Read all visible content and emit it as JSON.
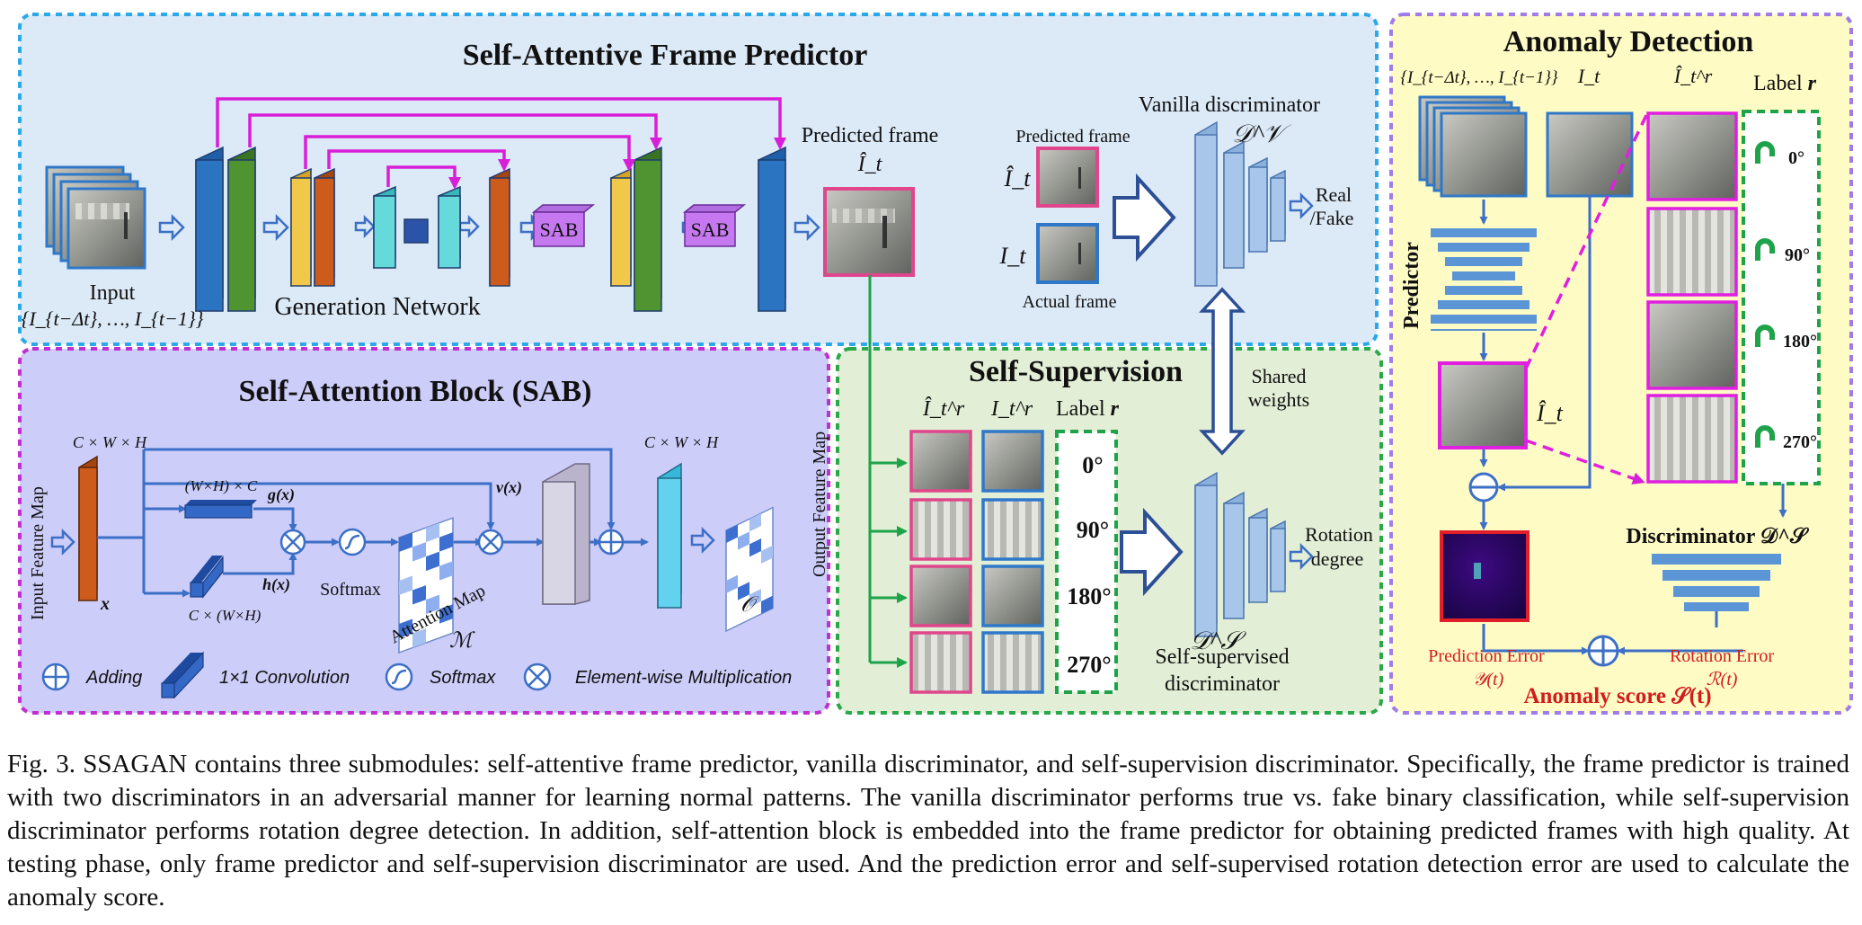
{
  "figure": {
    "titles": {
      "predictor": "Self-Attentive Frame Predictor",
      "anomaly": "Anomaly Detection",
      "sab": "Self-Attention Block (SAB)",
      "supervision": "Self-Supervision"
    },
    "predictor": {
      "input_label": "Input",
      "input_set": "{I_{t−Δt}, …, I_{t−1}}",
      "generation_network": "Generation Network",
      "sab_label": "SAB",
      "predicted_frame": "Predicted frame",
      "predicted_symbol": "Î_t"
    },
    "vanilla": {
      "title": "Vanilla discriminator",
      "symbol": "𝒟^𝒱",
      "predicted_frame": "Predicted frame",
      "predicted_symbol": "Î_t",
      "actual_symbol": "I_t",
      "actual_frame": "Actual frame",
      "output": [
        "Real",
        "/Fake"
      ]
    },
    "shared_weights": [
      "Shared",
      "weights"
    ],
    "supervision": {
      "col_pred": "Î_t^r",
      "col_actual": "I_t^r",
      "label_text": "Label",
      "label_symbol": "r",
      "angles": [
        "0°",
        "90°",
        "180°",
        "270°"
      ],
      "output": [
        "Rotation",
        "degree"
      ],
      "disc_symbol": "𝒟^𝒮",
      "disc_label": [
        "Self-supervised",
        "discriminator"
      ]
    },
    "sab": {
      "input_map": "Input Feature Map",
      "output_map": "Output Feature Map",
      "dims_in": "C × W × H",
      "dims_out": "C × W × H",
      "dims_g": "(W×H) × C",
      "dims_h": "C × (W×H)",
      "g": "g(x)",
      "h": "h(x)",
      "v": "v(x)",
      "x": "x",
      "softmax": "Softmax",
      "attention_map": "Attention Map",
      "attention_symbol": "ℳ",
      "output_symbol": "𝒪",
      "legend": [
        "Adding",
        "1×1 Convolution",
        "Softmax",
        "Element-wise Multiplication"
      ]
    },
    "anomaly": {
      "col_input": "{I_{t−Δt}, …, I_{t−1}}",
      "col_actual": "I_t",
      "col_rot": "Î_t^r",
      "label_text": "Label",
      "label_symbol": "r",
      "angles": [
        "0°",
        "90°",
        "180°",
        "270°"
      ],
      "predictor": "Predictor",
      "pred_symbol": "Î_t",
      "discriminator": "Discriminator 𝒟^𝒮",
      "prediction_error": "Prediction Error",
      "prediction_error_symbol": "𝒴(t)",
      "rotation_error": "Rotation Error",
      "rotation_error_symbol": "ℛ(t)",
      "score": "Anomaly score 𝒮(t)"
    },
    "colors": {
      "blue_panel": "#dce9f7",
      "purple_panel": "#cdcdfa",
      "green_panel": "#e2eed6",
      "yellow_panel": "#fffbc4",
      "magenta": "#e01fe0",
      "green": "#1fa34a",
      "arrow_blue": "#3c6fc6"
    }
  },
  "caption": "Fig. 3.   SSAGAN contains three submodules: self-attentive frame predictor, vanilla discriminator, and self-supervision discriminator. Specifically, the frame predictor is trained with two discriminators in an adversarial manner for learning normal patterns. The vanilla discriminator performs true vs. fake binary classification, while self-supervision discriminator performs rotation degree detection. In addition, self-attention block is embedded into the frame predictor for obtaining predicted frames with high quality. At testing phase, only frame predictor and self-supervision discriminator are used. And the prediction error and self-supervised rotation detection error are used to calculate the anomaly score."
}
